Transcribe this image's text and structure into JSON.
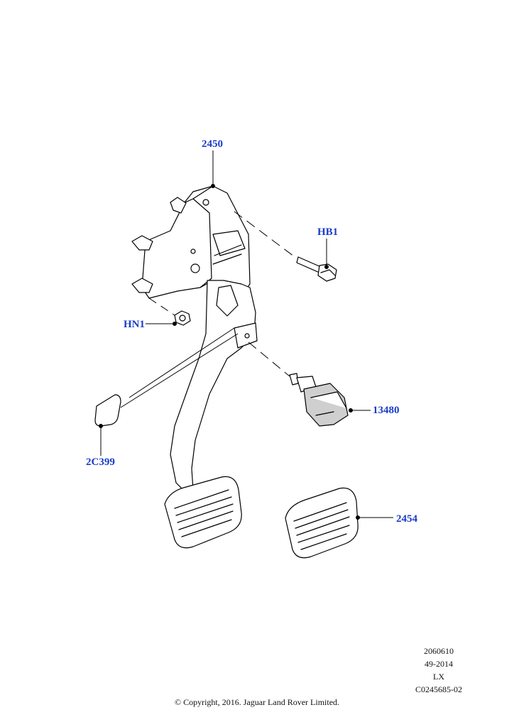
{
  "callouts": {
    "bracket": "2450",
    "bolt": "HB1",
    "nut": "HN1",
    "switch": "13480",
    "pad_cover": "2C399",
    "pedal_pad": "2454"
  },
  "meta": {
    "line1": "2060610",
    "line2": "49-2014",
    "line3": "LX",
    "line4": "C0245685-02"
  },
  "copyright": "© Copyright, 2016. Jaguar Land Rover Limited.",
  "colors": {
    "callout": "#1a3cc8",
    "line": "#000000"
  }
}
